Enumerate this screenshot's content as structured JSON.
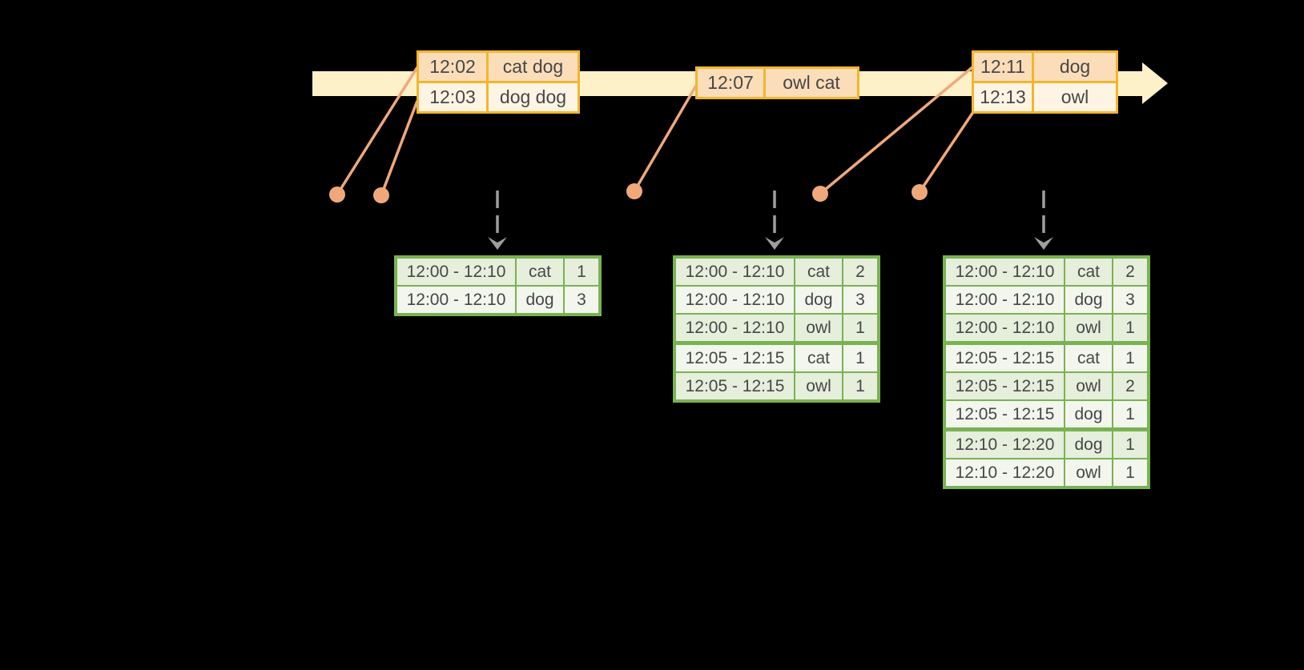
{
  "diagram": {
    "kind": "windowed-grouped-aggregation-timeline",
    "colors": {
      "background": "#000000",
      "timeline_band": "#FCF1C9",
      "event_border": "#F2B62E",
      "event_row_dark": "#FBDDB9",
      "event_row_light": "#FDF4E4",
      "connector": "#F0A87B",
      "result_border": "#79B351",
      "result_row_dark": "#E6EEDC",
      "result_row_light": "#F2F6ED",
      "trigger_arrow": "#9E9E9E",
      "text": "#474747"
    },
    "event_tables": [
      {
        "id": "events-1",
        "rows": [
          {
            "time": "12:02",
            "words": "cat dog"
          },
          {
            "time": "12:03",
            "words": "dog dog"
          }
        ]
      },
      {
        "id": "events-2",
        "rows": [
          {
            "time": "12:07",
            "words": "owl cat"
          }
        ]
      },
      {
        "id": "events-3",
        "rows": [
          {
            "time": "12:11",
            "words": "dog"
          },
          {
            "time": "12:13",
            "words": "owl"
          }
        ]
      }
    ],
    "result_tables": [
      {
        "id": "result-1",
        "rows": [
          {
            "window": "12:00 - 12:10",
            "word": "cat",
            "count": "1"
          },
          {
            "window": "12:00 - 12:10",
            "word": "dog",
            "count": "3"
          }
        ]
      },
      {
        "id": "result-2",
        "rows": [
          {
            "window": "12:00 - 12:10",
            "word": "cat",
            "count": "2"
          },
          {
            "window": "12:00 - 12:10",
            "word": "dog",
            "count": "3"
          },
          {
            "window": "12:00 - 12:10",
            "word": "owl",
            "count": "1"
          },
          {
            "window": "12:05 - 12:15",
            "word": "cat",
            "count": "1"
          },
          {
            "window": "12:05 - 12:15",
            "word": "owl",
            "count": "1"
          }
        ]
      },
      {
        "id": "result-3",
        "rows": [
          {
            "window": "12:00 - 12:10",
            "word": "cat",
            "count": "2"
          },
          {
            "window": "12:00 - 12:10",
            "word": "dog",
            "count": "3"
          },
          {
            "window": "12:00 - 12:10",
            "word": "owl",
            "count": "1"
          },
          {
            "window": "12:05 - 12:15",
            "word": "cat",
            "count": "1"
          },
          {
            "window": "12:05 - 12:15",
            "word": "owl",
            "count": "2"
          },
          {
            "window": "12:05 - 12:15",
            "word": "dog",
            "count": "1"
          },
          {
            "window": "12:10 - 12:20",
            "word": "dog",
            "count": "1"
          },
          {
            "window": "12:10 - 12:20",
            "word": "owl",
            "count": "1"
          }
        ]
      }
    ]
  }
}
